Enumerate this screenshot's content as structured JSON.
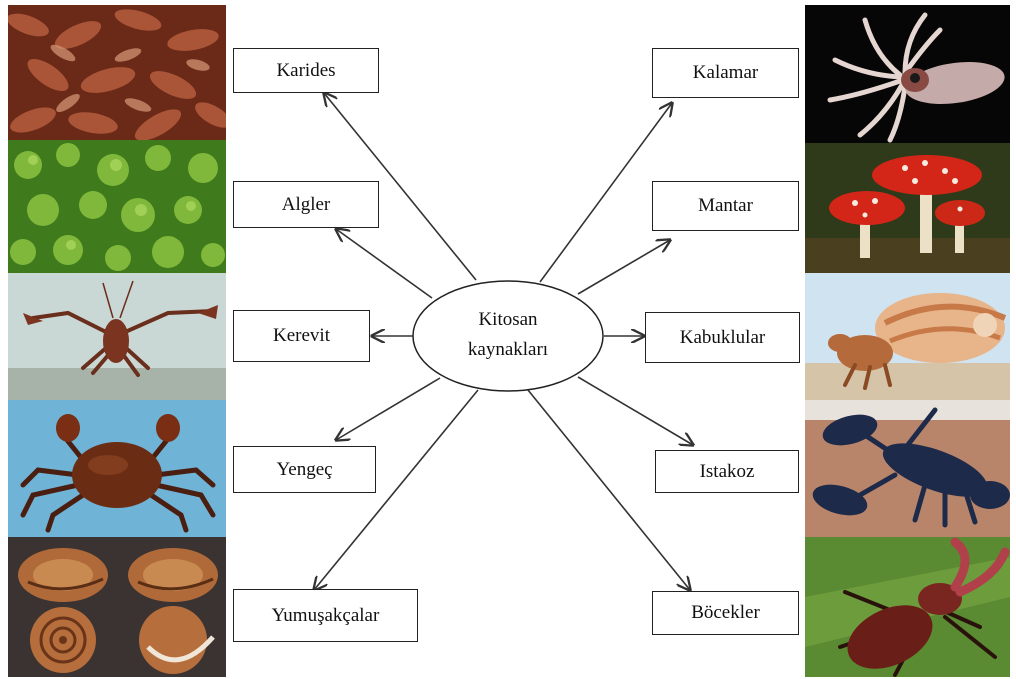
{
  "center": {
    "line1": "Kitosan",
    "line2": "kaynakları"
  },
  "sources": {
    "karides": "Karides",
    "algler": "Algler",
    "kerevit": "Kerevit",
    "yengec": "Yengeç",
    "yumusakcalar": "Yumuşakçalar",
    "kalamar": "Kalamar",
    "mantar": "Mantar",
    "kabuklular": "Kabuklular",
    "istakoz": "Istakoz",
    "bocekler": "Böcekler"
  },
  "images": {
    "left": [
      "shrimp-photo",
      "algae-photo",
      "crayfish-photo",
      "crab-photo",
      "snail-shells-photo"
    ],
    "right": [
      "squid-photo",
      "mushroom-photo",
      "hermit-crab-photo",
      "lobster-photo",
      "stag-beetle-photo"
    ]
  }
}
